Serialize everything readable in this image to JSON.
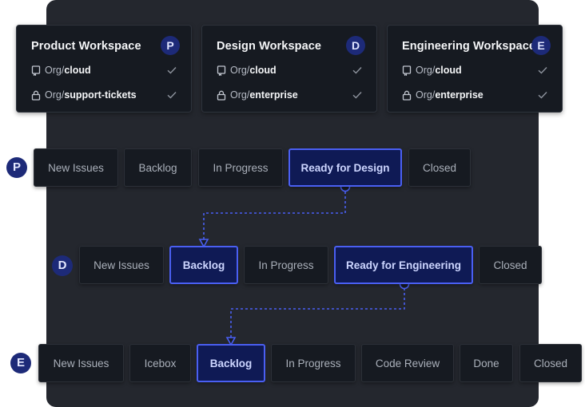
{
  "colors": {
    "panel_bg": "#24272e",
    "card_bg": "#161a21",
    "accent": "#4a5ff2",
    "active_bg": "#0f1a55",
    "avatar_bg": "#1d2a78"
  },
  "workspaces": [
    {
      "title": "Product Workspace",
      "avatar": "P",
      "orgs": [
        {
          "prefix": "Org/",
          "name": "cloud",
          "icon": "repository-icon"
        },
        {
          "prefix": "Org/",
          "name": "support-tickets",
          "icon": "lock-icon"
        }
      ]
    },
    {
      "title": "Design Workspace",
      "avatar": "D",
      "orgs": [
        {
          "prefix": "Org/",
          "name": "cloud",
          "icon": "repository-icon"
        },
        {
          "prefix": "Org/",
          "name": "enterprise",
          "icon": "lock-icon"
        }
      ]
    },
    {
      "title": "Engineering Workspace",
      "avatar": "E",
      "orgs": [
        {
          "prefix": "Org/",
          "name": "cloud",
          "icon": "repository-icon"
        },
        {
          "prefix": "Org/",
          "name": "enterprise",
          "icon": "lock-icon"
        }
      ]
    }
  ],
  "workflows": [
    {
      "avatar": "P",
      "stages": [
        {
          "label": "New Issues",
          "active": false
        },
        {
          "label": "Backlog",
          "active": false
        },
        {
          "label": "In Progress",
          "active": false
        },
        {
          "label": "Ready for Design",
          "active": true
        },
        {
          "label": "Closed",
          "active": false
        }
      ]
    },
    {
      "avatar": "D",
      "stages": [
        {
          "label": "New Issues",
          "active": false
        },
        {
          "label": "Backlog",
          "active": true
        },
        {
          "label": "In Progress",
          "active": false
        },
        {
          "label": "Ready for Engineering",
          "active": true
        },
        {
          "label": "Closed",
          "active": false
        }
      ]
    },
    {
      "avatar": "E",
      "stages": [
        {
          "label": "New Issues",
          "active": false
        },
        {
          "label": "Icebox",
          "active": false
        },
        {
          "label": "Backlog",
          "active": true
        },
        {
          "label": "In Progress",
          "active": false
        },
        {
          "label": "Code Review",
          "active": false
        },
        {
          "label": "Done",
          "active": false
        },
        {
          "label": "Closed",
          "active": false
        }
      ]
    }
  ]
}
